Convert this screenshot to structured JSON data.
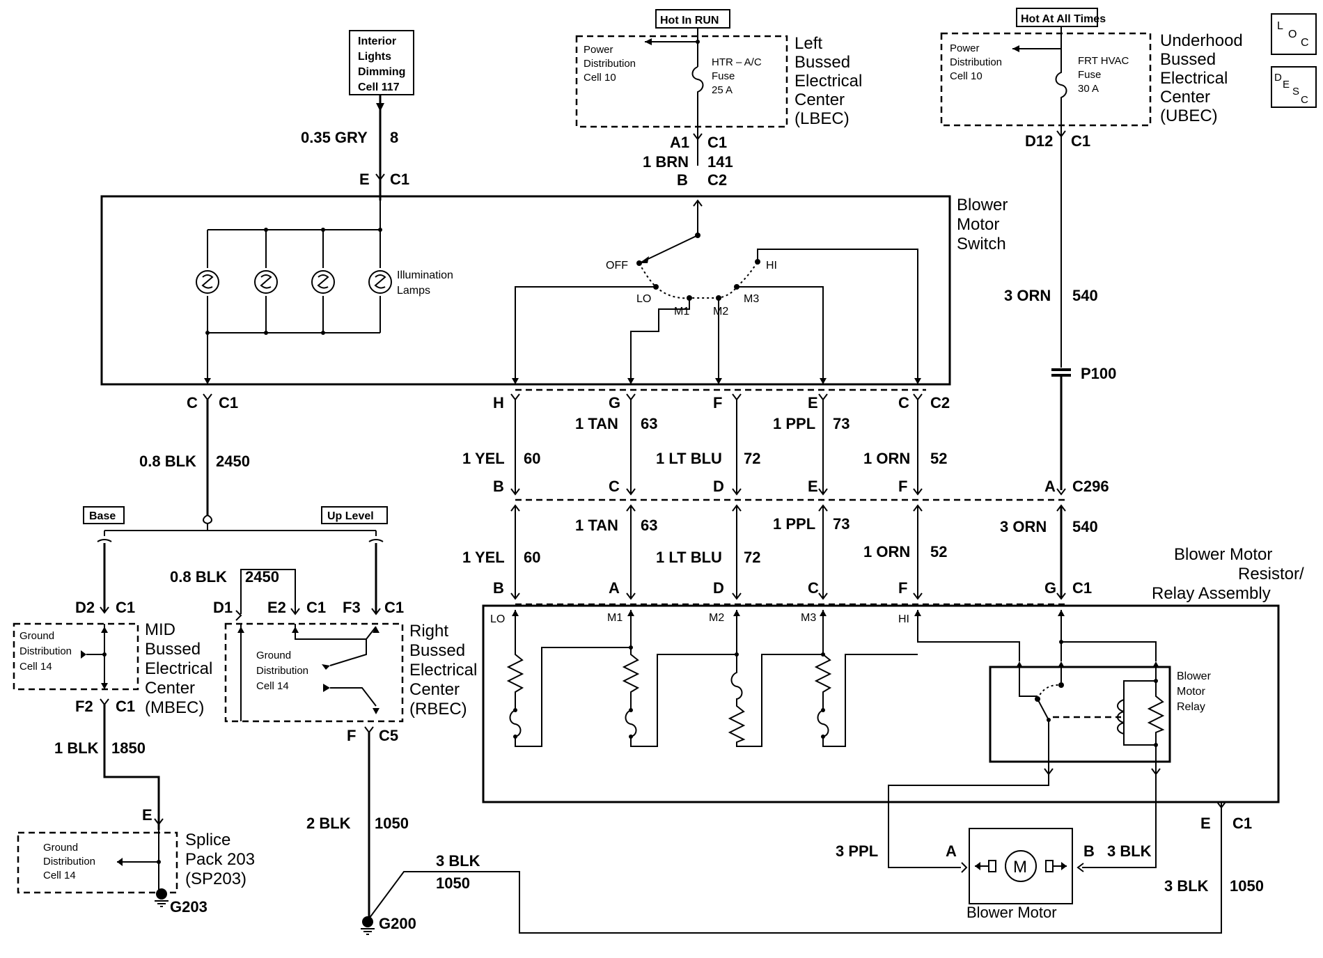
{
  "top": {
    "interior_lights": [
      "Interior",
      "Lights",
      "Dimming",
      "Cell 117"
    ],
    "hot_in_run": "Hot In RUN",
    "hot_at_all_times": "Hot At All Times",
    "lbec_inner": [
      "Power",
      "Distribution",
      "Cell 10"
    ],
    "lbec_fuse": [
      "HTR – A/C",
      "Fuse",
      "25 A"
    ],
    "lbec_label": [
      "Left",
      "Bussed",
      "Electrical",
      "Center",
      "(LBEC)"
    ],
    "ubec_inner": [
      "Power",
      "Distribution",
      "Cell 10"
    ],
    "ubec_fuse": [
      "FRT HVAC",
      "Fuse",
      "30 A"
    ],
    "ubec_label": [
      "Underhood",
      "Bussed",
      "Electrical",
      "Center",
      "(UBEC)"
    ],
    "loc_icon": [
      "L",
      "O",
      "C"
    ],
    "desc_icon": [
      "D",
      "E",
      "S",
      "C"
    ]
  },
  "wires": {
    "gry_gauge": "0.35 GRY",
    "gry_circuit": "8",
    "brn_gauge": "1 BRN",
    "brn_circuit": "141",
    "orn_gauge": "3 ORN",
    "orn_circuit": "540",
    "blk_gauge": "0.8 BLK",
    "blk_circuit": "2450",
    "tan_gauge": "1 TAN",
    "tan_circuit": "63",
    "ppl_gauge": "1 PPL",
    "ppl_circuit": "73",
    "yel_gauge": "1 YEL",
    "yel_circuit": "60",
    "ltblu_gauge": "1 LT BLU",
    "ltblu_circuit": "72",
    "orn52_gauge": "1 ORN",
    "orn52_circuit": "52",
    "blk1850_gauge": "1 BLK",
    "blk1850_circuit": "1850",
    "blk1050_gauge2": "2 BLK",
    "blk1050_circuit": "1050",
    "blk3_gauge": "3 BLK",
    "ppl3_gauge": "3 PPL"
  },
  "connectors": {
    "e": "E",
    "c1": "C1",
    "a1": "A1",
    "b": "B",
    "c2": "C2",
    "d12": "D12",
    "c": "C",
    "h": "H",
    "g": "G",
    "f": "F",
    "a": "A",
    "d": "D",
    "c296": "C296",
    "p100": "P100",
    "d2": "D2",
    "f2": "F2",
    "d1": "D1",
    "e2": "E2",
    "f3": "F3",
    "c5": "C5"
  },
  "switch": {
    "title": [
      "Blower",
      "Motor",
      "Switch"
    ],
    "lamps": [
      "Illumination",
      "Lamps"
    ],
    "off": "OFF",
    "hi": "HI",
    "lo": "LO",
    "m1": "M1",
    "m2": "M2",
    "m3": "M3"
  },
  "options": {
    "base": "Base",
    "up_level": "Up Level"
  },
  "mbec": {
    "inner": [
      "Ground",
      "Distribution",
      "Cell 14"
    ],
    "label": [
      "MID",
      "Bussed",
      "Electrical",
      "Center",
      "(MBEC)"
    ]
  },
  "rbec": {
    "inner": [
      "Ground",
      "Distribution",
      "Cell 14"
    ],
    "label": [
      "Right",
      "Bussed",
      "Electrical",
      "Center",
      "(RBEC)"
    ]
  },
  "splice": {
    "inner": [
      "Ground",
      "Distribution",
      "Cell 14"
    ],
    "label": [
      "Splice",
      "Pack 203",
      "(SP203)"
    ]
  },
  "grounds": {
    "g203": "G203",
    "g200": "G200"
  },
  "resistor": {
    "title": [
      "Blower Motor",
      "Resistor/",
      "Relay Assembly"
    ],
    "lo": "LO",
    "m1": "M1",
    "m2": "M2",
    "m3": "M3",
    "hi": "HI",
    "relay": [
      "Blower",
      "Motor",
      "Relay"
    ]
  },
  "motor": {
    "label": "Blower Motor",
    "symbol": "M"
  }
}
